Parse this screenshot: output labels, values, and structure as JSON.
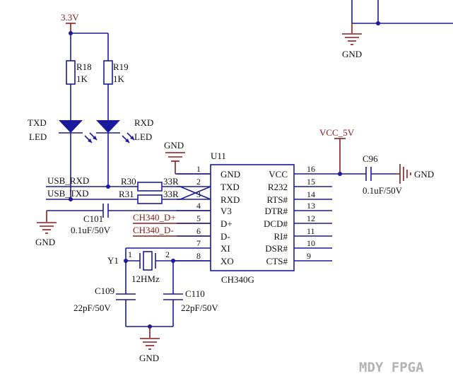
{
  "power": {
    "v33": "3.3V",
    "vcc5v": "VCC_5V",
    "gnd": "GND"
  },
  "resistors": {
    "r18": {
      "ref": "R18",
      "value": "1K"
    },
    "r19": {
      "ref": "R19",
      "value": "1K"
    },
    "r30": {
      "ref": "R30",
      "value": "33R"
    },
    "r31": {
      "ref": "R31",
      "value": "33R"
    }
  },
  "leds": {
    "txd": {
      "line1": "TXD",
      "line2": "LED"
    },
    "rxd": {
      "line1": "RXD",
      "line2": "LED"
    }
  },
  "nets": {
    "usb_rxd": "USB_RXD",
    "usb_txd": "USB_TXD",
    "dp": "CH340_D+",
    "dm": "CH340_D-"
  },
  "capacitors": {
    "c101": {
      "ref": "C101",
      "value": "0.1uF/50V"
    },
    "c96": {
      "ref": "C96",
      "value": "0.1uF/50V"
    },
    "c109": {
      "ref": "C109",
      "value": "22pF/50V"
    },
    "c110": {
      "ref": "C110",
      "value": "22pF/50V"
    }
  },
  "crystal": {
    "ref": "Y1",
    "value": "12HMz",
    "pin1": "1",
    "pin2": "2"
  },
  "ic": {
    "ref": "U11",
    "part": "CH340G",
    "left_pins": [
      {
        "num": "1",
        "name": "GND"
      },
      {
        "num": "2",
        "name": "TXD"
      },
      {
        "num": "3",
        "name": "RXD"
      },
      {
        "num": "4",
        "name": "V3"
      },
      {
        "num": "5",
        "name": "D+"
      },
      {
        "num": "6",
        "name": "D-"
      },
      {
        "num": "7",
        "name": "XI"
      },
      {
        "num": "8",
        "name": "XO"
      }
    ],
    "right_pins": [
      {
        "num": "16",
        "name": "VCC"
      },
      {
        "num": "15",
        "name": "R232"
      },
      {
        "num": "14",
        "name": "RTS#"
      },
      {
        "num": "13",
        "name": "DTR#"
      },
      {
        "num": "12",
        "name": "DCD#"
      },
      {
        "num": "11",
        "name": "RI#"
      },
      {
        "num": "10",
        "name": "DSR#"
      },
      {
        "num": "9",
        "name": "CTS#"
      }
    ]
  },
  "watermark": "MDY FPGA",
  "colors": {
    "wire": "#1a1a9e",
    "power": "#8a1a1a",
    "text": "#111111"
  }
}
